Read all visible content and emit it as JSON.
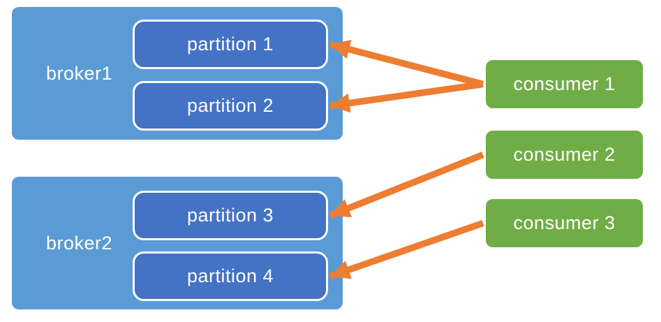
{
  "diagram": {
    "brokers": [
      {
        "id": "broker-1",
        "label": "broker1",
        "partitions": [
          {
            "id": "partition-1",
            "label": "partition 1"
          },
          {
            "id": "partition-2",
            "label": "partition 2"
          }
        ]
      },
      {
        "id": "broker-2",
        "label": "broker2",
        "partitions": [
          {
            "id": "partition-3",
            "label": "partition 3"
          },
          {
            "id": "partition-4",
            "label": "partition 4"
          }
        ]
      }
    ],
    "consumers": [
      {
        "id": "consumer-1",
        "label": "consumer 1"
      },
      {
        "id": "consumer-2",
        "label": "consumer 2"
      },
      {
        "id": "consumer-3",
        "label": "consumer 3"
      }
    ],
    "edges": [
      {
        "from": "consumer-1",
        "to": "partition-1"
      },
      {
        "from": "consumer-1",
        "to": "partition-2"
      },
      {
        "from": "consumer-2",
        "to": "partition-3"
      },
      {
        "from": "consumer-3",
        "to": "partition-4"
      }
    ]
  },
  "colors": {
    "broker_fill": "#5B9BD5",
    "partition_fill": "#4472C4",
    "partition_border": "#FFFFFF",
    "consumer_fill": "#70AD47",
    "arrow": "#ED7D31",
    "text": "#FFFFFF",
    "background": "#FFFFFF"
  }
}
